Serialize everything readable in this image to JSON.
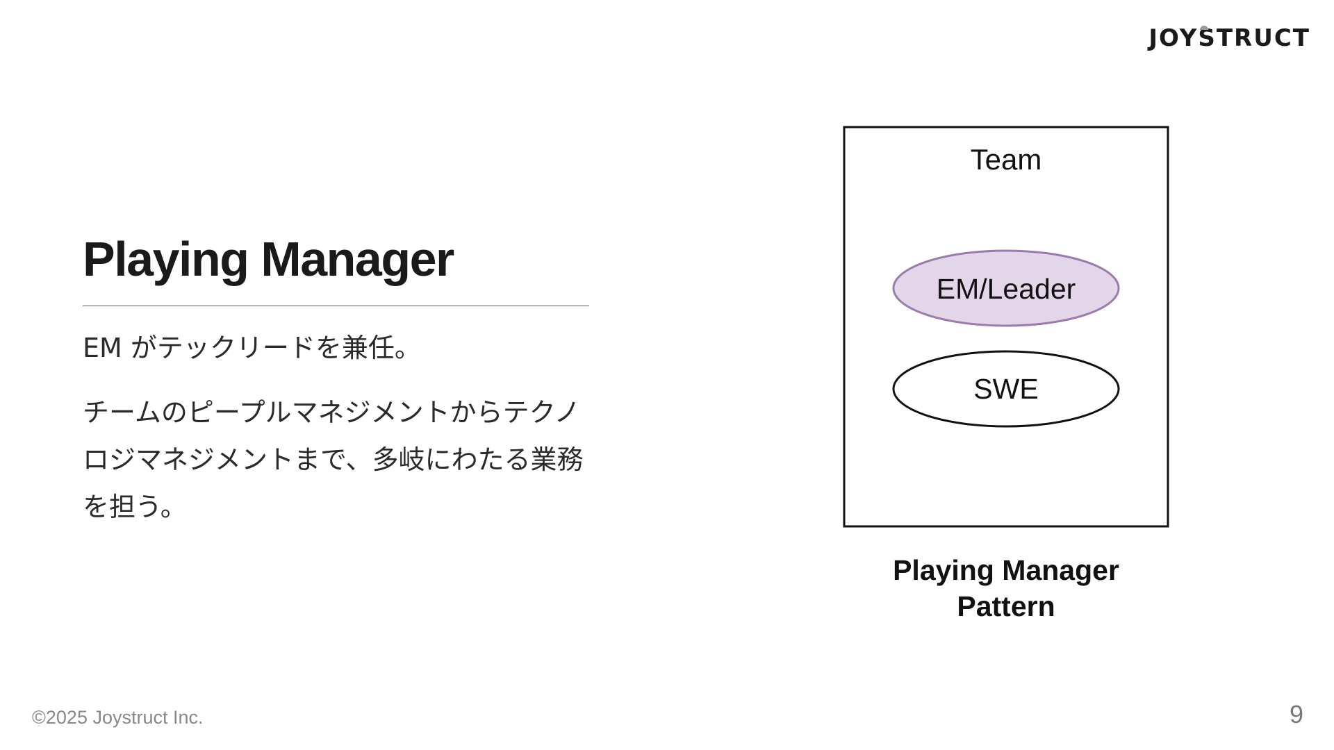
{
  "brand": {
    "logo_text_prefix": "JOY",
    "logo_text_accent": "S",
    "logo_text_suffix": "TRUCT"
  },
  "slide": {
    "title": "Playing Manager",
    "paragraphs": [
      "EM がテックリードを兼任。",
      "チームのピープルマネジメントからテクノロジマネジメントまで、多岐にわたる業務を担う。"
    ]
  },
  "diagram": {
    "team_label": "Team",
    "leader_label": "EM/Leader",
    "member_label": "SWE",
    "caption_line1": "Playing Manager",
    "caption_line2": "Pattern",
    "leader_fill": "#e2d6e8",
    "leader_stroke": "#9b7aae",
    "member_fill": "#ffffff",
    "member_stroke": "#111111"
  },
  "footer": {
    "copyright": "©2025 Joystruct Inc.",
    "page_number": "9"
  }
}
